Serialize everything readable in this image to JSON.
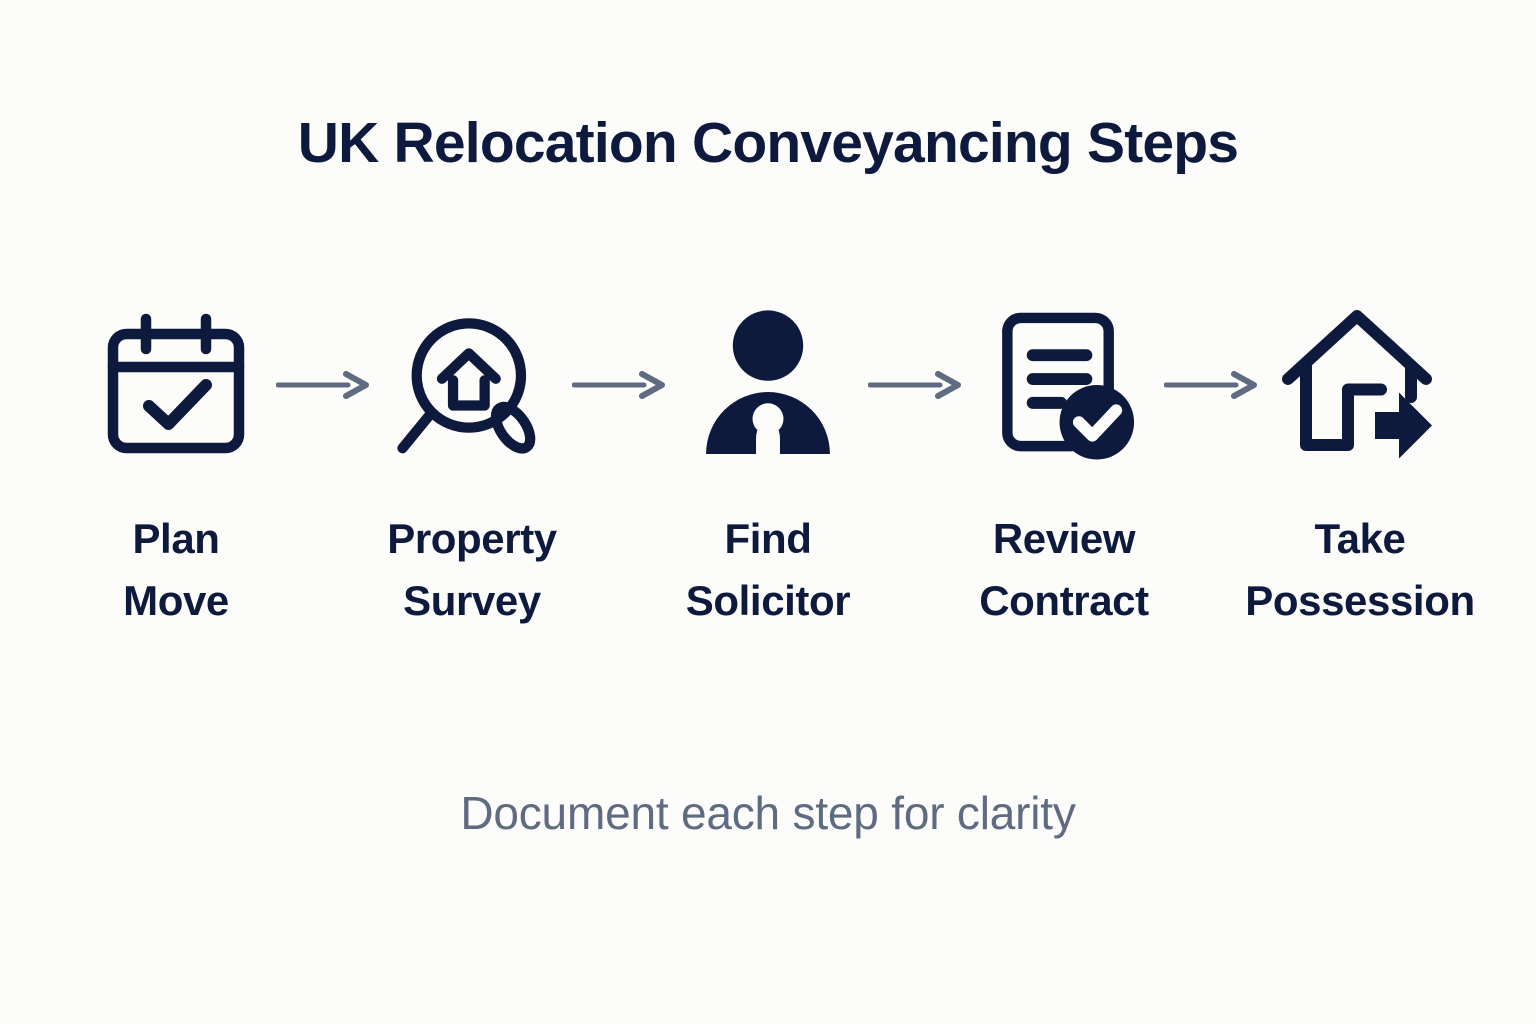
{
  "title": "UK Relocation Conveyancing Steps",
  "footer_note": "Document each step for clarity",
  "colors": {
    "background": "#fcfcfa",
    "navy": "#0e1a3d",
    "arrow": "#5e6b80",
    "muted_text": "#5e6b80"
  },
  "steps": [
    {
      "line1": "Plan",
      "line2": "Move",
      "label": "Plan\nMove",
      "icon": "calendar-check-icon"
    },
    {
      "line1": "Property",
      "line2": "Survey",
      "label": "Property\nSurvey",
      "icon": "house-search-icon"
    },
    {
      "line1": "Find",
      "line2": "Solicitor",
      "label": "Find\nSolicitor",
      "icon": "person-icon"
    },
    {
      "line1": "Review",
      "line2": "Contract",
      "label": "Review\nContract",
      "icon": "document-check-icon"
    },
    {
      "line1": "Take",
      "line2": "Possession",
      "label": "Take\nPossession",
      "icon": "house-arrow-icon"
    }
  ],
  "connectors": [
    {
      "icon": "arrow-right-icon"
    },
    {
      "icon": "arrow-right-icon"
    },
    {
      "icon": "arrow-right-icon"
    },
    {
      "icon": "arrow-right-icon"
    }
  ]
}
